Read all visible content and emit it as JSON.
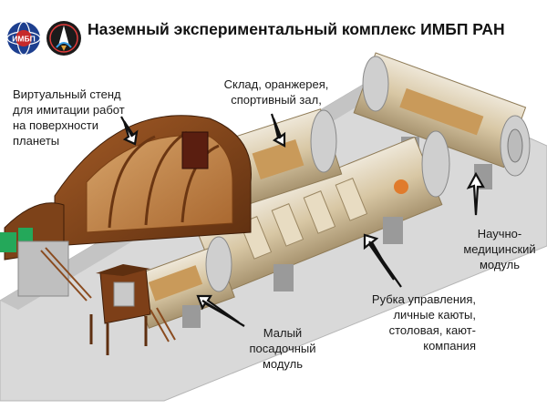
{
  "header": {
    "title": "Наземный экспериментальный комплекс ИМБП РАН",
    "logo_left_text": "ИМБП",
    "logo_left_icon": "imbp-globe-logo",
    "logo_right_icon": "rocket-emblem-logo"
  },
  "callouts": {
    "virtual_stand": [
      "Виртуальный стенд",
      "для имитации работ",
      "на поверхности",
      "планеты"
    ],
    "warehouse": [
      "Склад, оранжерея,",
      "спортивный зал,"
    ],
    "medical_module": [
      "Научно-",
      "медицинский",
      "модуль"
    ],
    "control_room": [
      "Рубка управления,",
      "личные каюты,",
      "столовая, кают-",
      "компания"
    ],
    "landing_module": [
      "Малый",
      "посадочный",
      "модуль"
    ]
  },
  "colors": {
    "dome_brown": "#8a4b1f",
    "module_beige": "#d8c7a4",
    "floor_gray": "#cfcfcf",
    "interior_wood": "#c99a5a",
    "arrow_stroke": "#111111"
  }
}
